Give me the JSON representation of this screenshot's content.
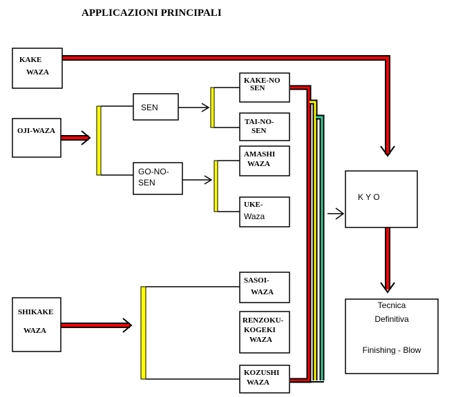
{
  "title": "APPLICAZIONI PRINCIPALI",
  "colors": {
    "red": "#ff0000",
    "yellow": "#ffff00",
    "green": "#33cc99",
    "black": "#000000"
  },
  "nodes": {
    "kake_waza": [
      "KAKE",
      "WAZA"
    ],
    "oji_waza": [
      "OJI-WAZA"
    ],
    "shikake_waza": [
      "SHIKAKE",
      "WAZA"
    ],
    "sen": [
      "SEN"
    ],
    "go_no_sen": [
      "GO-NO-",
      "SEN"
    ],
    "kake_no_sen": [
      "KAKE-NO",
      "SEN"
    ],
    "tai_no_sen": [
      "TAI-NO-",
      "SEN"
    ],
    "amashi_waza": [
      "AMASHI",
      "WAZA"
    ],
    "uke_waza": [
      "UKE-",
      "Waza"
    ],
    "sasoi_waza": [
      "SASOI-",
      "WAZA"
    ],
    "renzoku_kogeki_waza": [
      "RENZOKU-",
      "KOGEKI",
      "WAZA"
    ],
    "kozushi_waza": [
      "KOZUSHI",
      "WAZA"
    ],
    "kyo": [
      "K Y O"
    ],
    "tecnica_definitiva": [
      "Tecnica",
      "Definitiva",
      "",
      "Finishing - Blow"
    ]
  }
}
